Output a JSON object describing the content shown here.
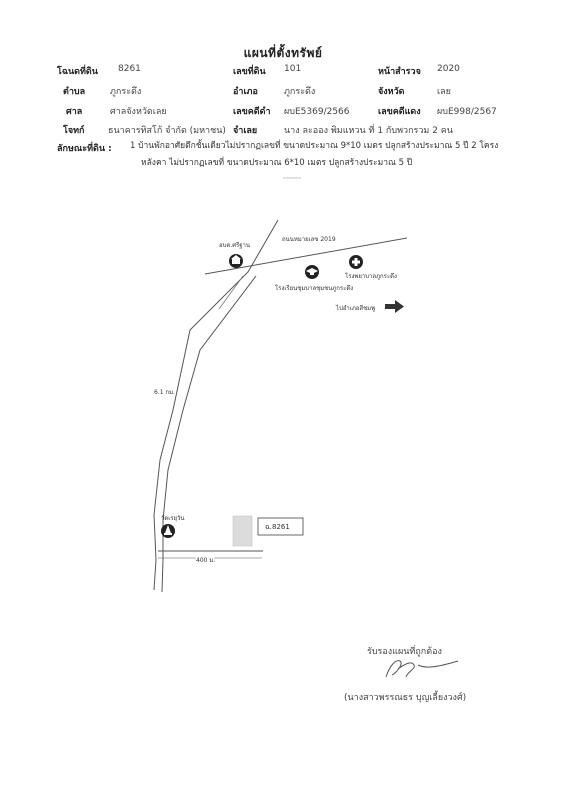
{
  "title": "แผนที่ตั้งทรัพย์",
  "fields": {
    "deed_no_label": "โฉนดที่ดิน",
    "deed_no": "8261",
    "land_no_label": "เลขที่ดิน",
    "land_no": "101",
    "survey_page_label": "หน้าสำรวจ",
    "survey_page": "2020",
    "subdistrict_label": "ตำบล",
    "subdistrict": "ภูกระดึง",
    "district_label": "อำเภอ",
    "district": "ภูกระดึง",
    "province_label": "จังหวัด",
    "province": "เลย",
    "court_label": "ศาล",
    "court": "ศาลจังหวัดเลย",
    "black_case_label": "เลขคดีดำ",
    "black_case": "ผบE5369/2566",
    "red_case_label": "เลขคดีแดง",
    "red_case": "ผบE998/2567",
    "plaintiff_label": "โจทก์",
    "plaintiff": "ธนาคารทิสโก้ จำกัด (มหาชน)",
    "defendant_label": "จำเลย",
    "defendant": "นาง ละออง พิมแหวน  ที่ 1  กับพวกรวม 2 คน",
    "land_desc_label": "ลักษณะที่ดิน :",
    "land_desc_line1": "1  บ้านพักอาศัยตึกชั้นเดียวไม่ปรากฏเลขที่  ขนาดประมาณ 9*10  เมตร ปลูกสร้างประมาณ 5 ปี 2 โครง",
    "land_desc_line2": "หลังคา ไม่ปรากฏเลขที่  ขนาดประมาณ 6*10  เมตร ปลูกสร้างประมาณ 5 ปี"
  },
  "map": {
    "road_label": "ถนนหมายเลข 2019",
    "office_label": "อบต.ศรีฐาน",
    "hospital_label": "โรงพยาบาลภูกระดึง",
    "school_label": "โรงเรียนชุมบาลชุมชนภูกระดึง",
    "direction_label": "ไปอำเภอสีชมพู",
    "distance_label": "6.1 กม.",
    "temple_label": "วัดเรยุวัน",
    "temple_distance_label": "400 ม.",
    "parcel_label": "ฉ.8261"
  },
  "signature": {
    "certify_text": "รับรองแผนที่ถูกต้อง",
    "name": "(นางสาวพรรณธร  บุญเลี้ยงวงศ์)"
  },
  "icons": {
    "office": "building-icon",
    "hospital": "hospital-cross-icon",
    "school": "graduation-cap-icon",
    "temple": "temple-stupa-icon",
    "direction": "arrow-right-icon"
  }
}
